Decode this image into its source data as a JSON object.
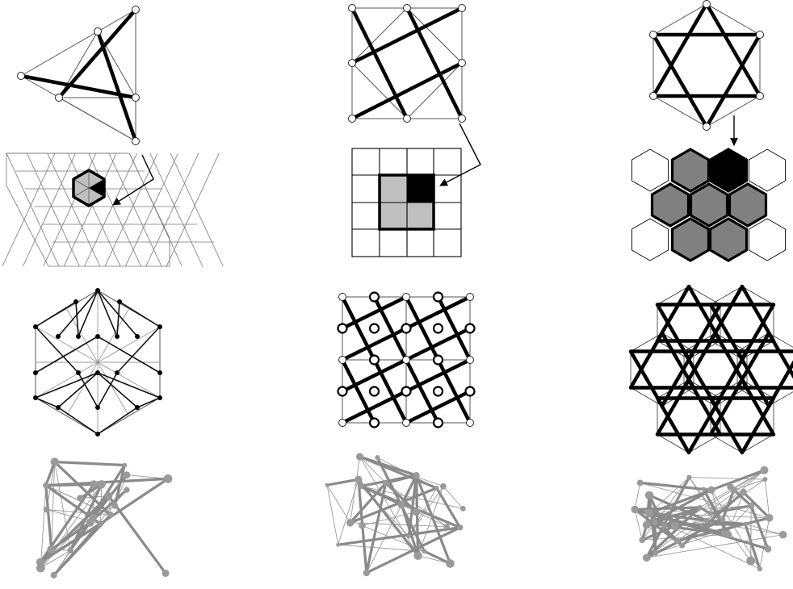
{
  "figure": {
    "columns": [
      "triangular",
      "square",
      "kagome"
    ],
    "rows": [
      "unit_cell_tiling",
      "lattice_tiling",
      "planar_network",
      "three_dimensional_network"
    ],
    "colors": {
      "thick_bond": "#000000",
      "thin_bond": "#555555",
      "tile_light": "#c0c0c0",
      "tile_mid": "#808080",
      "tile_dark": "#000000",
      "rod_3d": "#8a8a8a"
    },
    "icons": [
      "arrow-icon",
      "node-icon"
    ]
  }
}
